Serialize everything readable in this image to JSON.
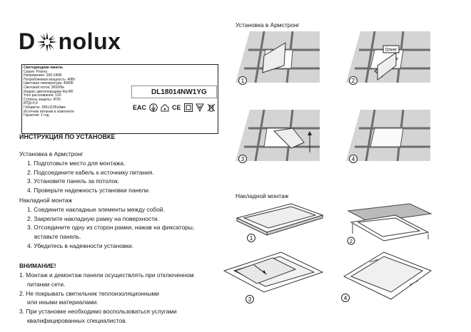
{
  "brand": {
    "logo_before": "D",
    "logo_after": "nolux"
  },
  "specs": {
    "title": "Светодиодная панель",
    "lines": [
      "Серия: Prisma",
      "Напряжение: 200-240В",
      "Потребляемая мощность: 40Вт",
      "Цветовая температура: 4000К",
      "Световой поток: 3650Лм",
      "Индекс цветопередачи Ra>80",
      "Угол рассеивания: 120",
      "Степень защиты: IP20",
      "КПД>0,9",
      "Габариты: 295х1195х9мм",
      "Источник питания в комплекте",
      "Гарантия: 1 год"
    ],
    "model": "DL18014NW1YG",
    "marks": {
      "eac": "EAC",
      "ce": "CE"
    }
  },
  "instructions": {
    "heading": "ИНСТРУКЦИЯ ПО УСТАНОВКЕ",
    "armstrong": {
      "title": "Установка в Армстронг",
      "steps": [
        "1. Подготовьте место для монтажа.",
        "2. Подсоедините кабель к источнику питания.",
        "3. Установите панель за потолок.",
        "4. Проверьте надежность установки панели."
      ]
    },
    "surface": {
      "title": "Накладной монтаж",
      "steps": [
        "1. Соедините накладные элементы между собой.",
        "2. Закрепите накладную рамку на поверхности.",
        "3. Отсоедините одну из сторон рамки, нажав на фиксаторы,",
        "вставьте панель.",
        "4. Убедитесь в надежности установки."
      ]
    },
    "warning": {
      "title": "ВНИМАНИЕ!",
      "items": [
        "1. Монтаж и демонтаж панели осуществлять при отключенном",
        "питании сети.",
        "2. Не покрывать светильник теплоизоляционными",
        "или иными материалами.",
        "3. При установке необходимо воспользоваться услугами",
        "квалифицированных специалистов."
      ]
    }
  },
  "figures": {
    "armstrong_title": "Установка в Армстронг",
    "surface_title": "Накладной монтаж",
    "driver_label": "Driver",
    "step_numbers": [
      "1",
      "2",
      "3",
      "4"
    ]
  },
  "colors": {
    "tile": "#d4d4d4",
    "grid": "#6d6d6d",
    "frame": "#e6e6e6"
  }
}
